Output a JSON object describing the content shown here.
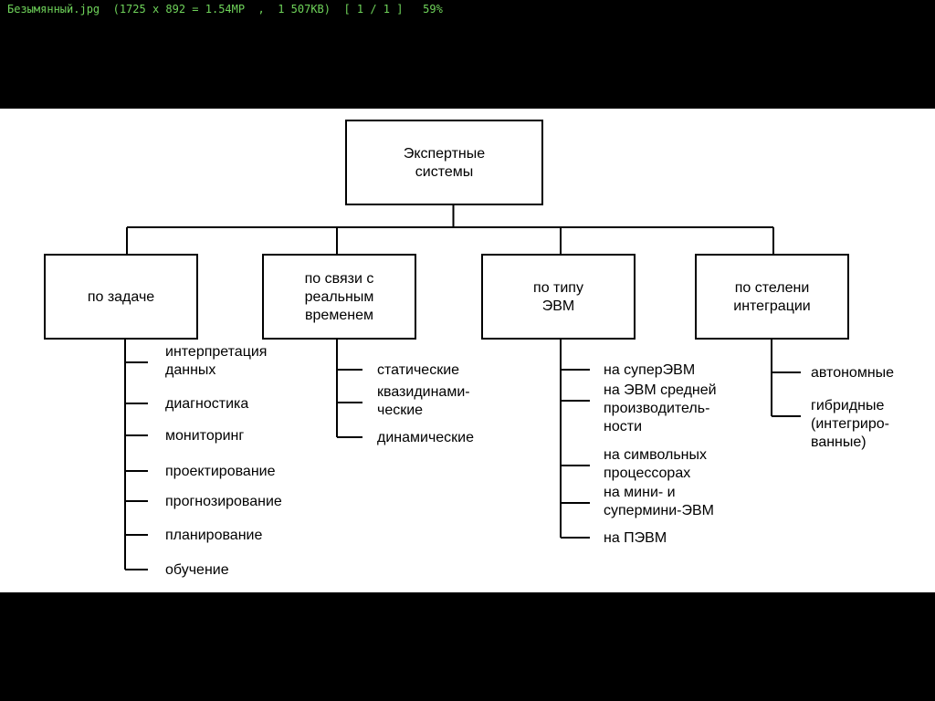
{
  "viewer": {
    "status_text": "Безымянный.jpg  (1725 x 892 = 1.54MP  ,  1 507KB)  [ 1 / 1 ]   59%"
  },
  "diagram": {
    "root": {
      "lines": [
        "Экспертные",
        "системы"
      ]
    },
    "categories": [
      {
        "lines": [
          "по задаче"
        ],
        "items": [
          {
            "lines": [
              "интерпретация",
              "данных"
            ]
          },
          {
            "lines": [
              "диагностика"
            ]
          },
          {
            "lines": [
              "мониторинг"
            ]
          },
          {
            "lines": [
              "проектирование"
            ]
          },
          {
            "lines": [
              "прогнозирование"
            ]
          },
          {
            "lines": [
              "планирование"
            ]
          },
          {
            "lines": [
              "обучение"
            ]
          }
        ]
      },
      {
        "lines": [
          "по связи с",
          "реальным",
          "временем"
        ],
        "items": [
          {
            "lines": [
              "статические"
            ]
          },
          {
            "lines": [
              "квазидинами-",
              "ческие"
            ]
          },
          {
            "lines": [
              "динамические"
            ]
          }
        ]
      },
      {
        "lines": [
          "по типу",
          "ЭВМ"
        ],
        "items": [
          {
            "lines": [
              "на суперЭВМ"
            ]
          },
          {
            "lines": [
              "на ЭВМ средней",
              "производитель-",
              "ности"
            ]
          },
          {
            "lines": [
              "на символьных",
              "процессорах"
            ]
          },
          {
            "lines": [
              "на мини- и",
              "супермини-ЭВМ"
            ]
          },
          {
            "lines": [
              "на ПЭВМ"
            ]
          }
        ]
      },
      {
        "lines": [
          "по стелени",
          "интеграции"
        ],
        "items": [
          {
            "lines": [
              "автономные"
            ]
          },
          {
            "lines": [
              "гибридные",
              "(интегриро-",
              "ванные)"
            ]
          }
        ]
      }
    ]
  }
}
